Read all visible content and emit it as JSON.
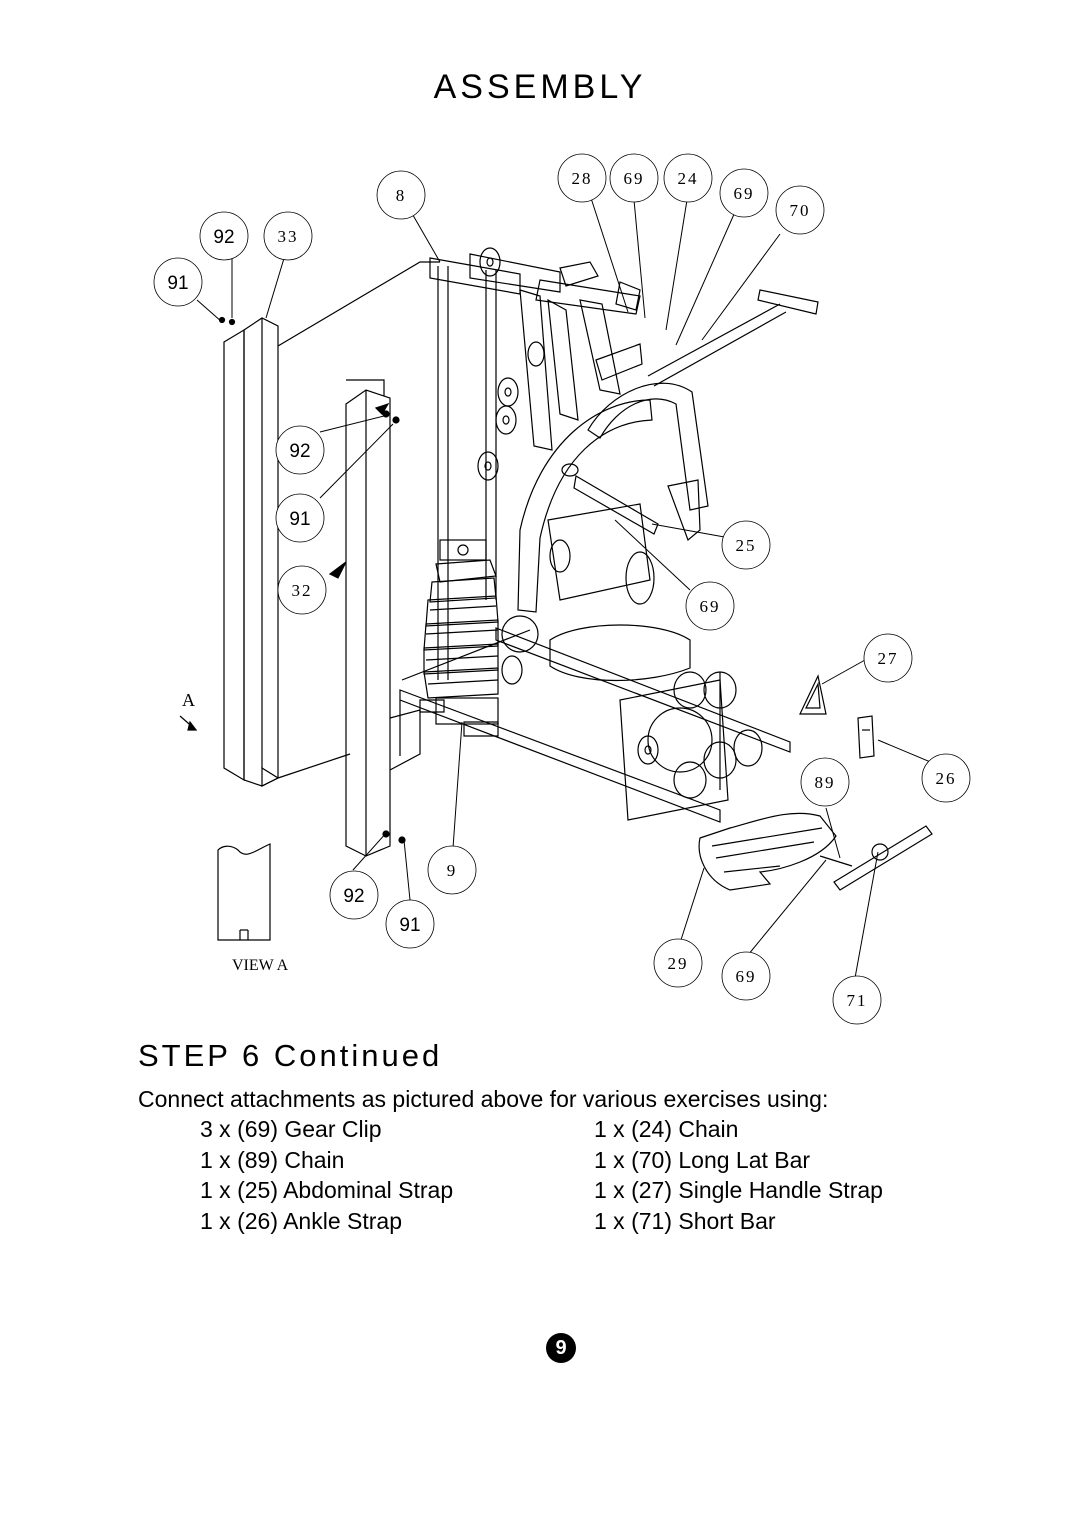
{
  "page": {
    "title": "ASSEMBLY",
    "step_heading": "STEP 6 Continued",
    "instructions": "Connect attachments as pictured above for various exercises using:",
    "page_number": "9"
  },
  "parts_list": {
    "left": [
      "3 x (69) Gear Clip",
      "1 x (89) Chain",
      "1 x (25) Abdominal Strap",
      "1 x (26) Ankle Strap"
    ],
    "right": [
      "1 x (24) Chain",
      "1 x (70) Long Lat Bar",
      "1 x (27) Single Handle Strap",
      "1 x (71) Short Bar"
    ]
  },
  "diagram": {
    "callouts": {
      "c8": "8",
      "c28": "28",
      "c69a": "69",
      "c24": "24",
      "c69b": "69",
      "c70": "70",
      "c92a": "92",
      "c33": "33",
      "c91a": "91",
      "c92b": "92",
      "c91b": "91",
      "c32": "32",
      "c25": "25",
      "c69c": "69",
      "c27": "27",
      "c89": "89",
      "c26": "26",
      "c9": "9",
      "c92c": "92",
      "c91c": "91",
      "c29": "29",
      "c69d": "69",
      "c71": "71"
    },
    "view_marker": "A",
    "view_label": "VIEW A"
  }
}
